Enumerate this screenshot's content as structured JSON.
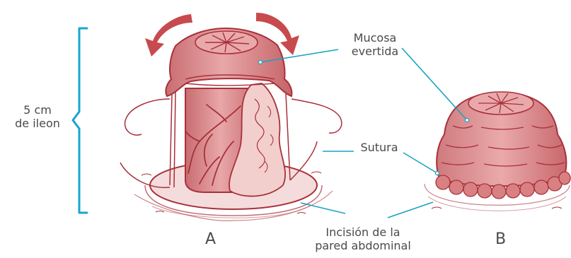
{
  "labels": {
    "ileon_length_line1": "5 cm",
    "ileon_length_line2": "de ileon",
    "mucosa_line1": "Mucosa",
    "mucosa_line2": "evertida",
    "sutura": "Sutura",
    "incision_line1": "Incisión de la",
    "incision_line2": "pared abdominal",
    "panel_a": "A",
    "panel_b": "B"
  },
  "colors": {
    "illustration_outline": "#a8303a",
    "tissue_fill": "#d98a8c",
    "tissue_light": "#eab1b1",
    "tissue_dark": "#b8585d",
    "leader_line": "#1aa3c3",
    "bracket": "#16a6cf",
    "arrow": "#c74a4e",
    "text": "#4a4a4a"
  }
}
